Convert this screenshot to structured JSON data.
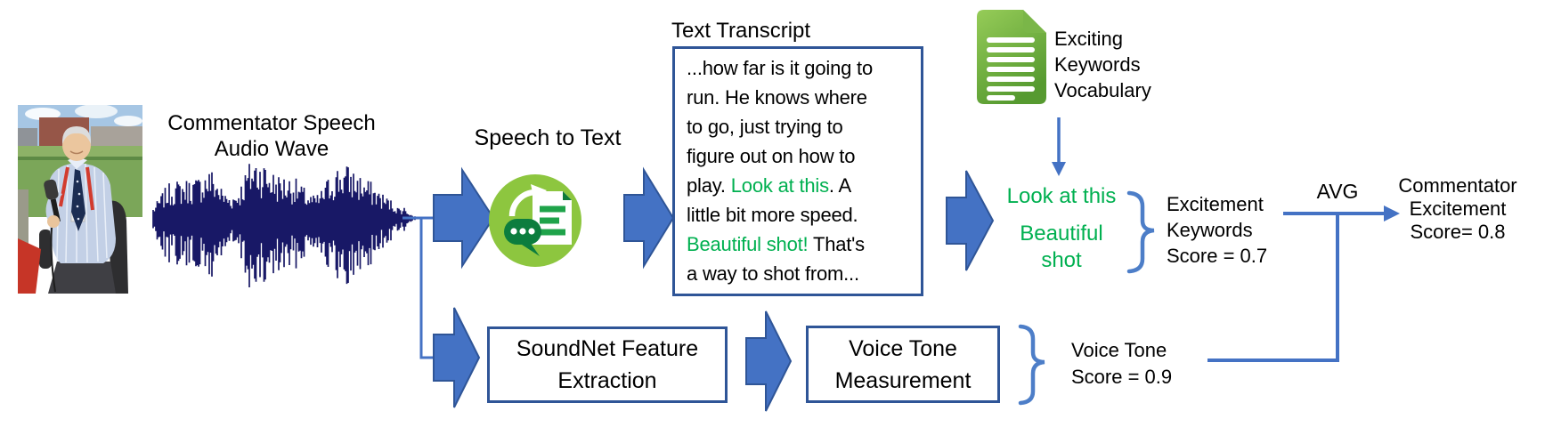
{
  "labels": {
    "audio_wave_lines": [
      "Commentator Speech",
      "Audio Wave"
    ],
    "speech_to_text": "Speech to Text",
    "avg": "AVG"
  },
  "transcript": {
    "title": "Text Transcript",
    "lines": [
      [
        {
          "t": "...how far is it going to"
        }
      ],
      [
        {
          "t": "run. He knows where"
        }
      ],
      [
        {
          "t": "to go, just trying to"
        }
      ],
      [
        {
          "t": "figure out on how to"
        }
      ],
      [
        {
          "t": "play. "
        },
        {
          "t": "Look at this",
          "g": true
        },
        {
          "t": ". A"
        }
      ],
      [
        {
          "t": "little bit more speed."
        }
      ],
      [
        {
          "t": "Beautiful shot!",
          "g": true
        },
        {
          "t": " That's"
        }
      ],
      [
        {
          "t": "a way to shot from..."
        }
      ]
    ]
  },
  "vocabulary": {
    "label_lines": [
      "Exciting",
      "Keywords",
      "Vocabulary"
    ],
    "icon": "green-document-with-lines"
  },
  "keywords": {
    "items": [
      "Look at this",
      "Beautiful shot"
    ]
  },
  "boxes": {
    "soundnet_lines": [
      "SoundNet Feature",
      "Extraction"
    ],
    "voice_tone_lines": [
      "Voice Tone",
      "Measurement"
    ]
  },
  "scores": {
    "keywords_score_lines": [
      "Excitement",
      "Keywords",
      "Score = 0.7"
    ],
    "voice_tone_score_lines": [
      "Voice Tone",
      "Score = 0.9"
    ],
    "final_score_lines": [
      "Commentator",
      "Excitement",
      "Score= 0.8"
    ],
    "values": {
      "excitement_keywords_score": 0.7,
      "voice_tone_score": 0.9,
      "commentator_excitement_score": 0.8
    }
  },
  "icons": {
    "speech_to_text": "speech-bubble-to-document-in-green-circle",
    "photo": "commentator-with-microphone-photo"
  },
  "colors": {
    "arrow_blue": "#4472c4",
    "outline_navy": "#2f5597",
    "bracket_blue": "#4d7ec8",
    "keyword_green": "#00b050",
    "waveform_navy": "#181866",
    "icon_light_green": "#8dc63f",
    "icon_dark_green": "#0c7d3e",
    "vocab_green": "#6fb13c"
  }
}
